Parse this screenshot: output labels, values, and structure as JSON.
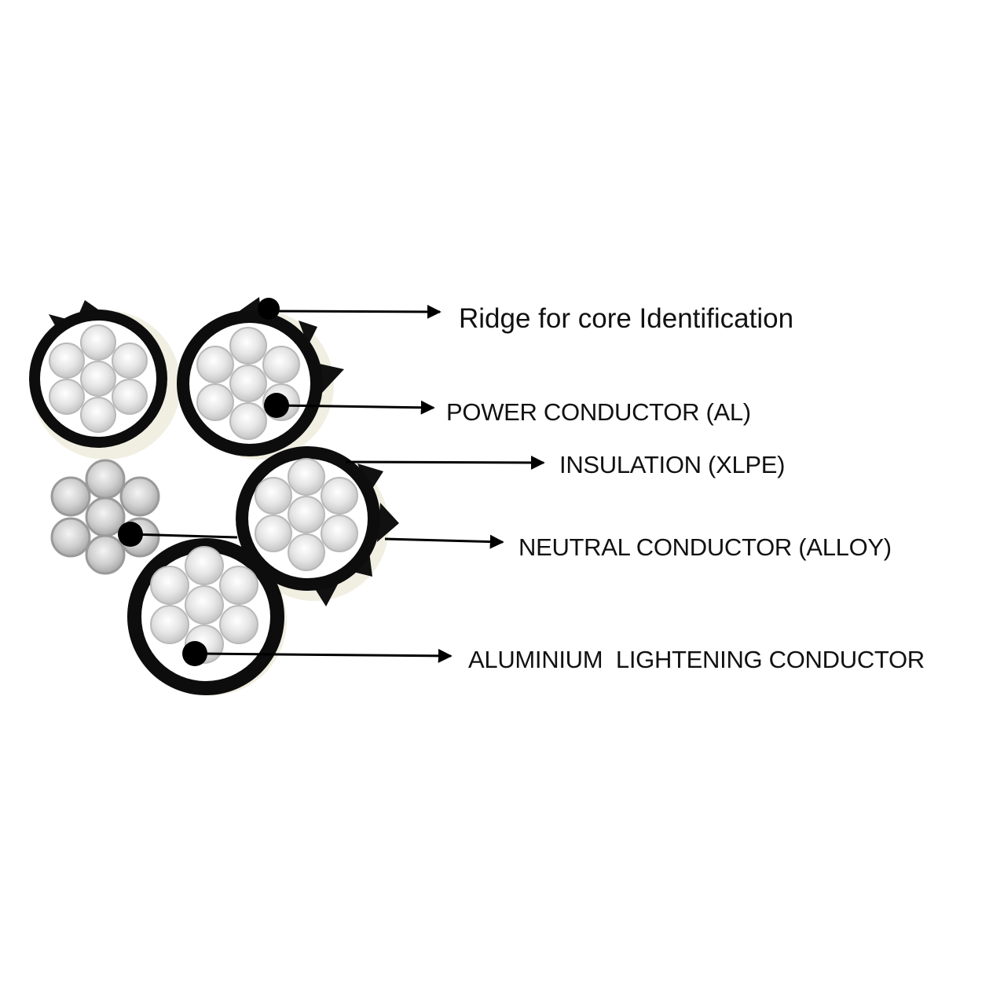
{
  "diagram": {
    "labels": {
      "ridge": "Ridge for core Identification",
      "power": "POWER CONDUCTOR (AL)",
      "insulation": "INSULATION (XLPE)",
      "neutral": "NEUTRAL CONDUCTOR (ALLOY)",
      "lightening": "ALUMINIUM  LIGHTENING CONDUCTOR"
    },
    "colors": {
      "insulation": "#0d0d0d",
      "strand": "#e4e4e4",
      "strand_center": "#ffffff",
      "strand_edge": "#b9b9b9",
      "line": "#000000",
      "shadow": "#f1efe2"
    }
  }
}
